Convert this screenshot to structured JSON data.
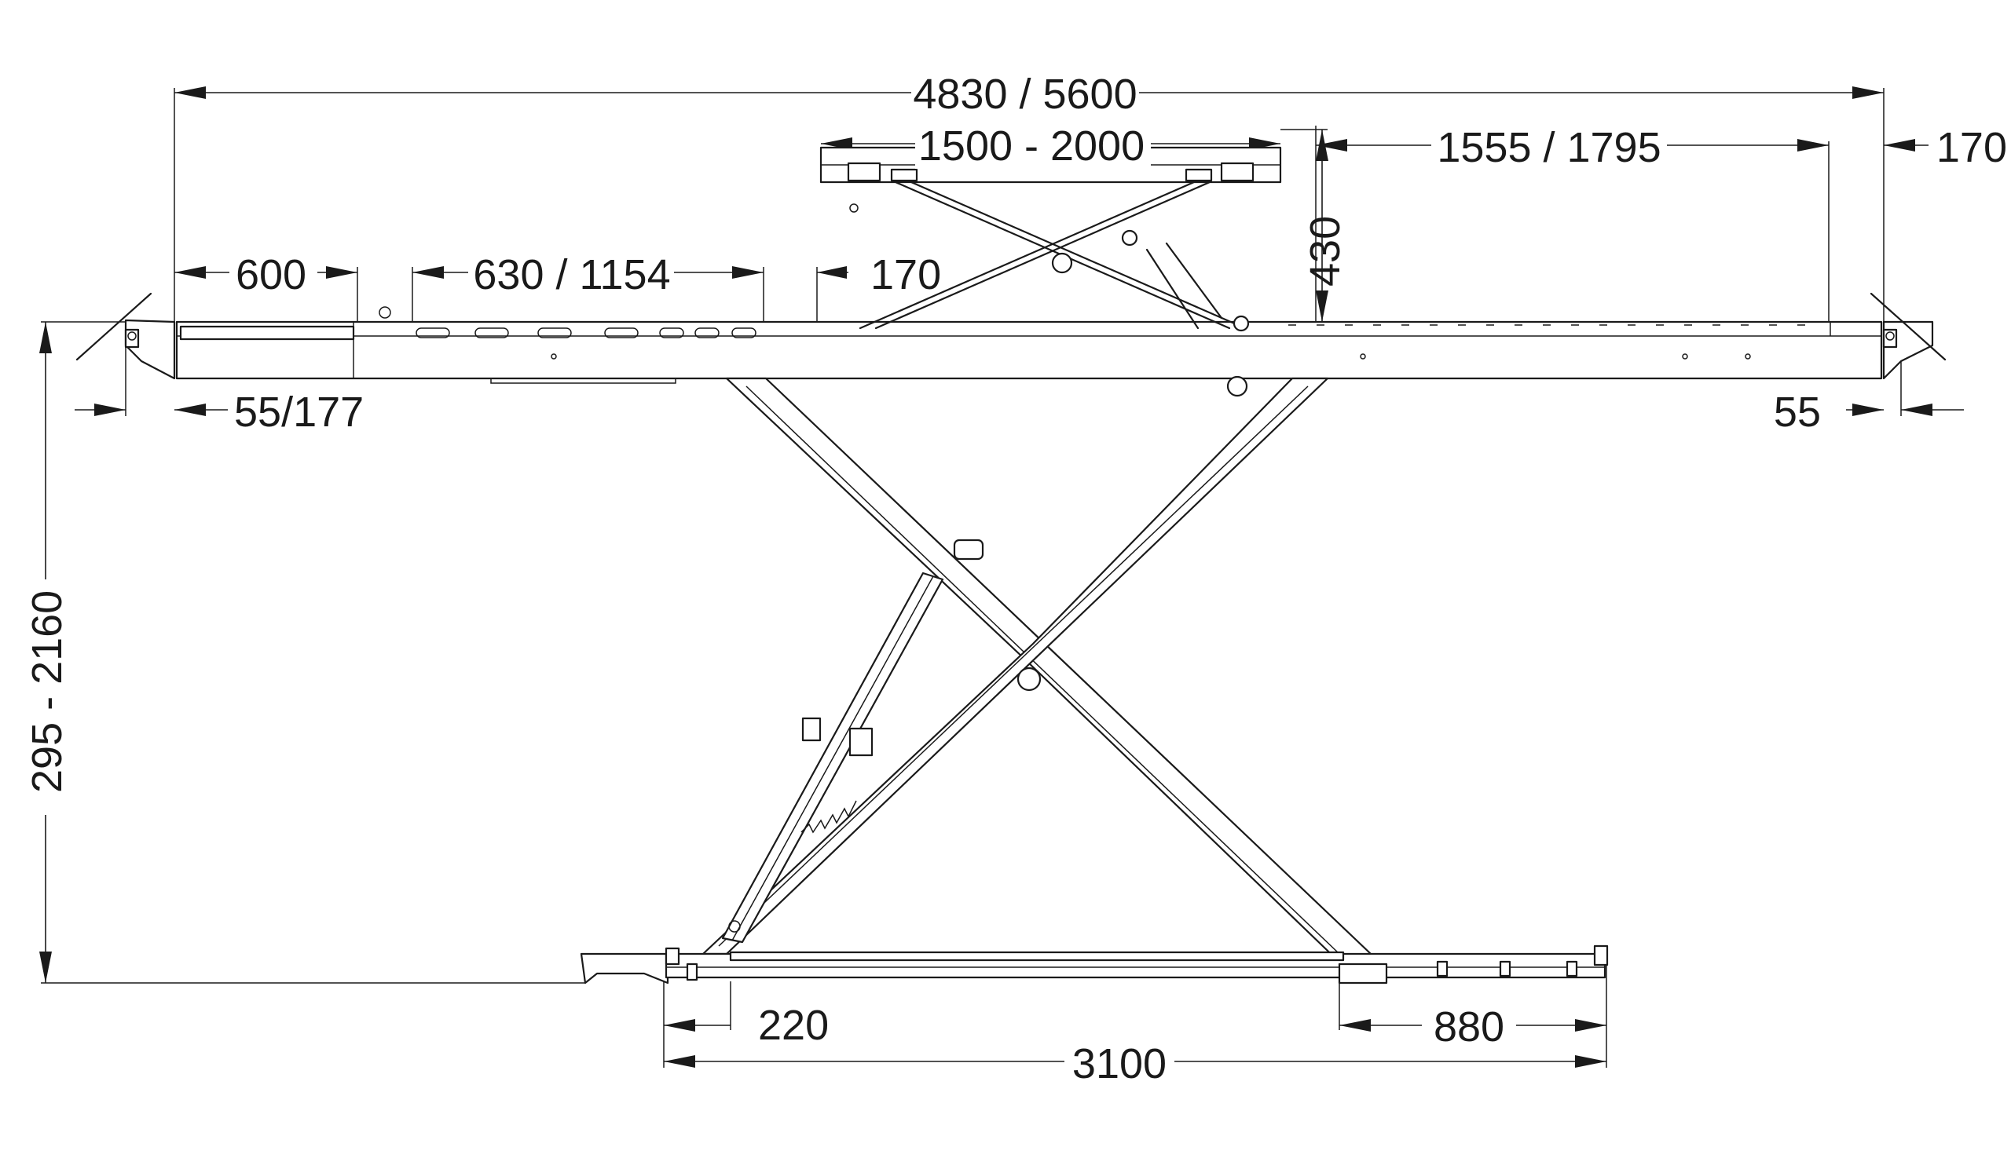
{
  "dimensions": {
    "overall_length": "4830 / 5600",
    "wheel_plate_span": "1500 - 2000",
    "right_extension": "1555 / 1795",
    "right_ramp_end": "170",
    "left_extension": "600",
    "left_slot_range": "630 / 1154",
    "slot_offset": "170",
    "jack_height": "430",
    "left_ramp": "55/177",
    "right_ramp": "55",
    "lift_height": "295 - 2160",
    "base_offset": "220",
    "base_right": "880",
    "base_length": "3100"
  }
}
